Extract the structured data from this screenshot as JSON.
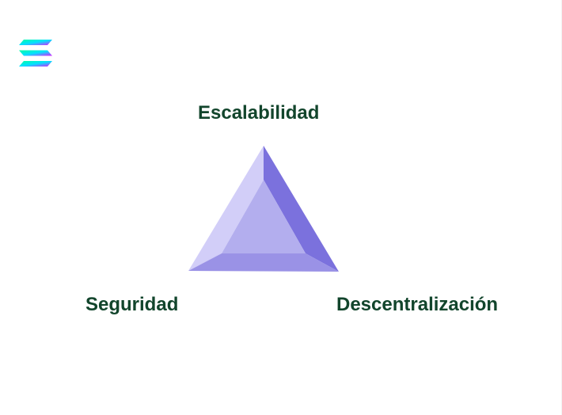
{
  "labels": {
    "top": "Escalabilidad",
    "left": "Seguridad",
    "right": "Descentralización"
  },
  "logo": {
    "icon": "solana-logo-icon",
    "gradient": [
      "#00ffa3",
      "#03e1ff",
      "#dc1fff"
    ]
  },
  "triangle": {
    "colors": {
      "face": "#b3aeee",
      "left_bevel": "#cfcbf7",
      "right_bevel": "#7b71dd",
      "bottom_bevel": "#9a92e6"
    }
  }
}
